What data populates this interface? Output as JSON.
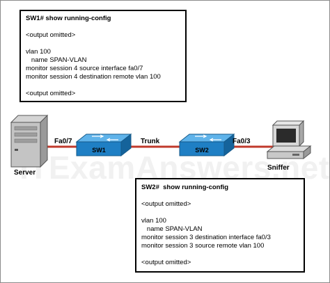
{
  "watermark": "ITExamAnswers.net",
  "sw1_config": {
    "prompt": "SW1# show running-config",
    "lines": [
      "<output omitted>",
      "",
      "vlan 100",
      "   name SPAN-VLAN",
      "monitor session 4 source interface fa0/7",
      "monitor session 4 destination remote vlan 100",
      "",
      "<output omitted>"
    ]
  },
  "sw2_config": {
    "prompt": "SW2#  show running-config",
    "lines": [
      "<output omitted>",
      "",
      "vlan 100",
      "   name SPAN-VLAN",
      "monitor session 3 destination interface fa0/3",
      "monitor session 3 source remote vlan 100",
      "",
      "<output omitted>"
    ]
  },
  "topology": {
    "server_label": "Server",
    "sniffer_label": "Sniffer",
    "sw1_label": "SW1",
    "sw2_label": "SW2",
    "sw1_port": "Fa0/7",
    "sw2_port": "Fa0/3",
    "trunk_label": "Trunk",
    "link_color": "#c0392b",
    "switch_color": "#1f7fc4"
  }
}
